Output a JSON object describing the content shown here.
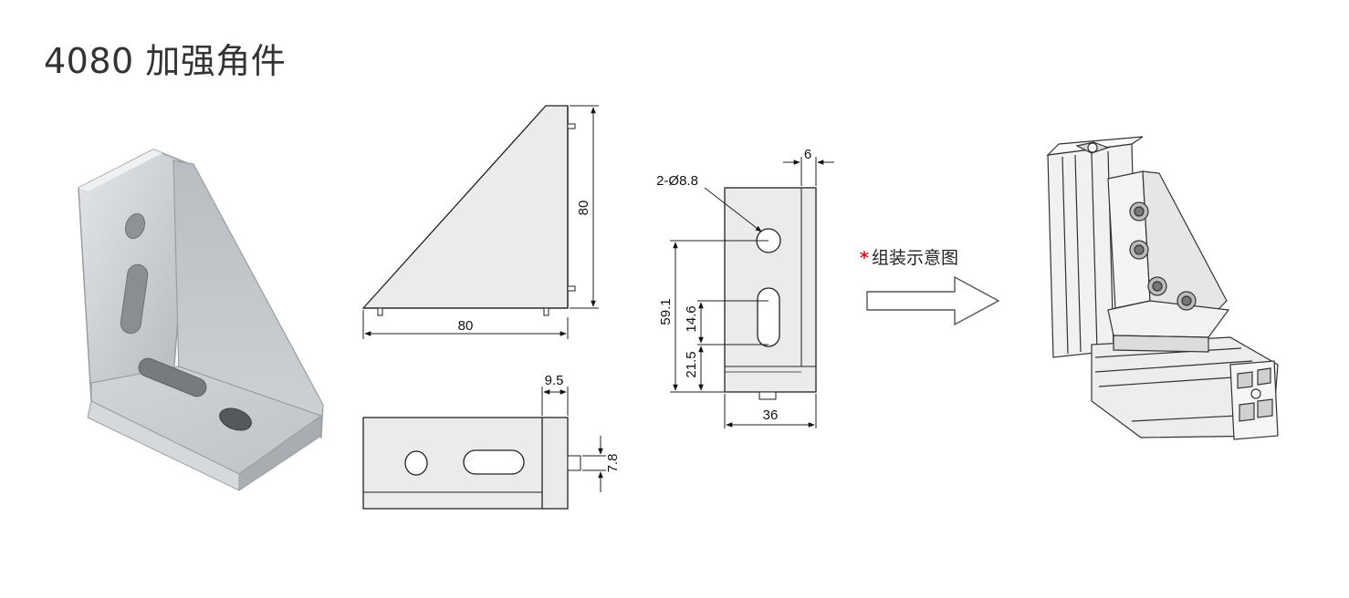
{
  "title": "4080 加强角件",
  "front_view": {
    "width": "80",
    "height": "80"
  },
  "top_view": {
    "thickness": "9.5",
    "pin": "7.8"
  },
  "side_view": {
    "hole": "2-Ø8.8",
    "flange": "6",
    "height": "59.1",
    "slot": "14.6",
    "base": "21.5",
    "depth": "36"
  },
  "assembly": {
    "label": "组装示意图",
    "marker": "*"
  }
}
